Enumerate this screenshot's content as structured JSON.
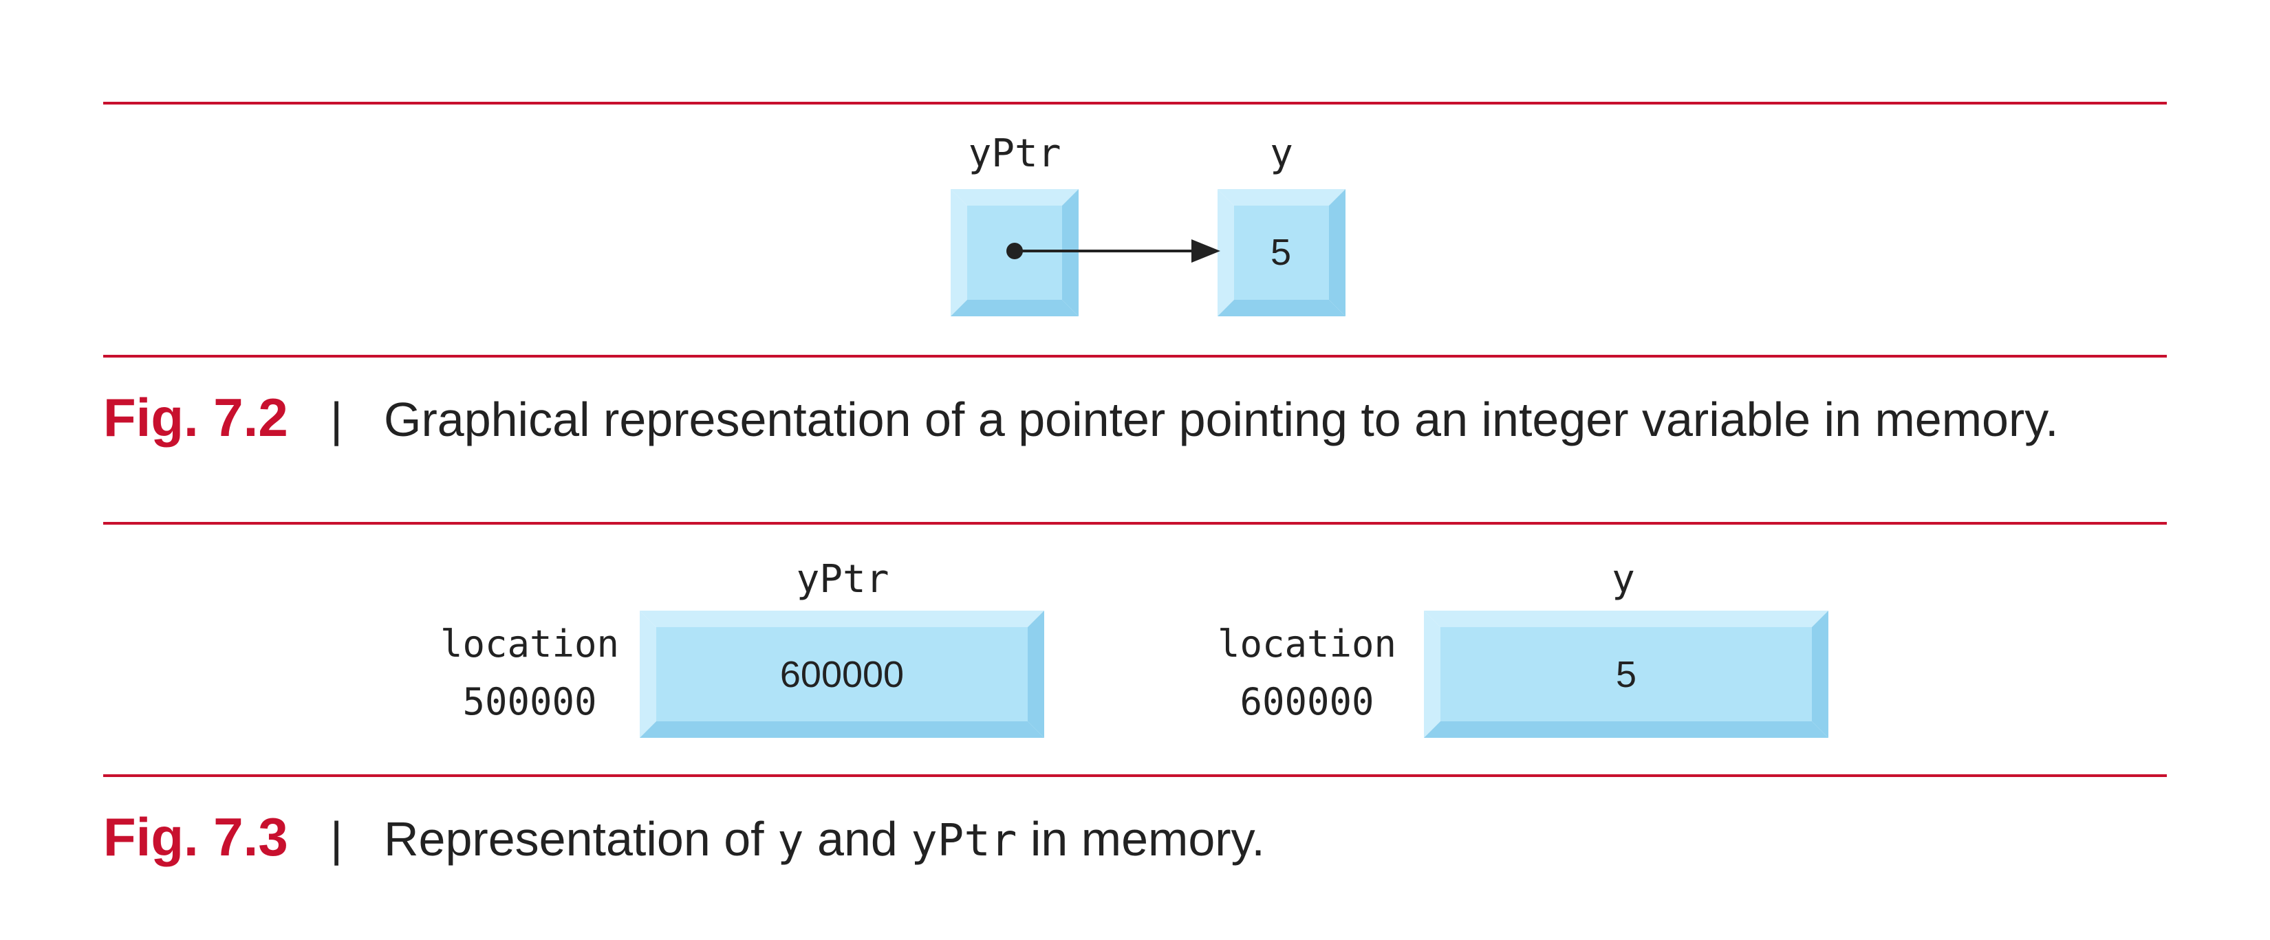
{
  "fig_7_2": {
    "pointer_label": "yPtr",
    "var_label": "y",
    "var_value": "5",
    "caption_number": "Fig. 7.2",
    "caption_sep": "|",
    "caption_text": "Graphical representation of a pointer pointing to an integer variable in memory."
  },
  "fig_7_3": {
    "pointer_label": "yPtr",
    "var_label": "y",
    "pointer_location_word": "location",
    "pointer_location_addr": "500000",
    "pointer_value": "600000",
    "var_location_word": "location",
    "var_location_addr": "600000",
    "var_value": "5",
    "caption_number": "Fig. 7.3",
    "caption_sep": "|",
    "caption_pre": "Representation of ",
    "caption_code1": "y",
    "caption_mid": " and ",
    "caption_code2": "yPtr",
    "caption_post": " in memory."
  },
  "colors": {
    "rule": "#c8102e",
    "box_light": "#cdeefc",
    "box_face": "#b0e3f8",
    "box_dark": "#8fd0ee"
  }
}
